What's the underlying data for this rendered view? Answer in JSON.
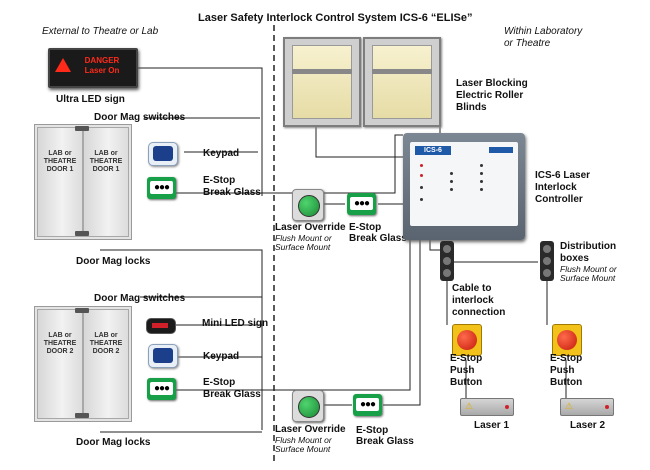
{
  "title": "Laser Safety Interlock Control System ICS-6 “ELISe”",
  "zones": {
    "external": "External to Theatre or Lab",
    "internal_line1": "Within Laboratory",
    "internal_line2": "or Theatre"
  },
  "led_sign": {
    "line1": "DANGER",
    "line2": "Laser On",
    "label": "Ultra LED sign"
  },
  "doors": {
    "door1": {
      "left": "LAB or THEATRE DOOR 1",
      "right": "LAB or THEATRE DOOR 1"
    },
    "door2": {
      "left": "LAB or THEATRE DOOR 2",
      "right": "LAB or THEATRE DOOR 2"
    },
    "mag_switches": "Door Mag switches",
    "mag_locks": "Door Mag locks"
  },
  "devices": {
    "keypad": "Keypad",
    "estop_glass_1": "E-Stop",
    "estop_glass_2": "Break Glass",
    "mini_led": "Mini LED sign",
    "override_1": "Laser Override",
    "override_2": "Flush Mount or",
    "override_3": "Surface Mount",
    "estop_mid_1": "E-Stop",
    "estop_mid_2": "Break Glass"
  },
  "blinds": {
    "line1": "Laser Blocking",
    "line2": "Electric Roller",
    "line3": "Blinds"
  },
  "controller": {
    "line1": "ICS-6 Laser",
    "line2": "Interlock",
    "line3": "Controller",
    "badge": "ICS-6"
  },
  "distribution": {
    "line1": "Distribution",
    "line2": "boxes",
    "line3": "Flush Mount or",
    "line4": "Surface Mount"
  },
  "cable": {
    "line1": "Cable to",
    "line2": "interlock",
    "line3": "connection"
  },
  "push_button": {
    "line1": "E-Stop",
    "line2": "Push",
    "line3": "Button"
  },
  "lasers": {
    "laser1": "Laser 1",
    "laser2": "Laser 2"
  },
  "icons": {
    "glass_symbol": "●●●",
    "warning": "⚠"
  },
  "colors": {
    "estop_green": "#18a048",
    "override_green": "#2fb04f",
    "push_red": "#d6221a",
    "push_yellow": "#f2c21a",
    "led_red": "#ff2a1a",
    "controller_blue": "#1f5aa8"
  }
}
